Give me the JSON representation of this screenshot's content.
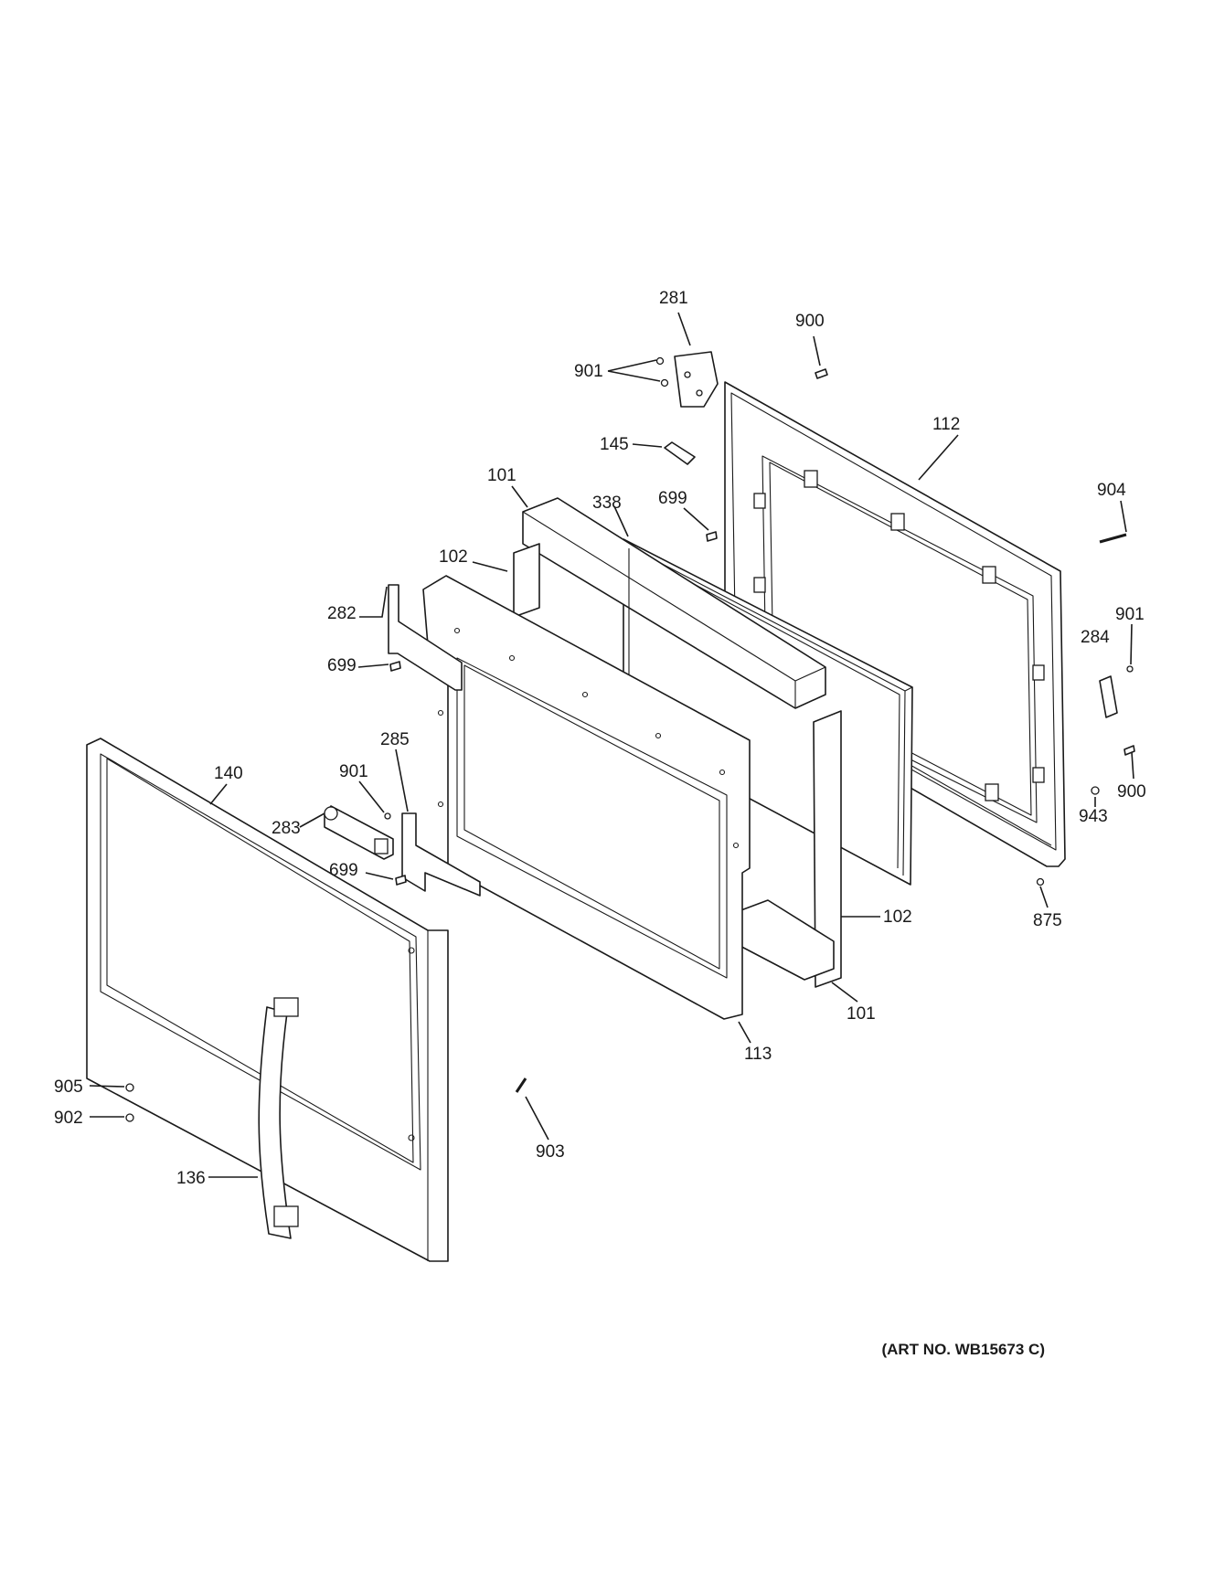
{
  "art_number": "(ART NO. WB15673 C)",
  "callouts": {
    "c281": "281",
    "c900a": "900",
    "c901a": "901",
    "c145": "145",
    "c112": "112",
    "c101a": "101",
    "c338": "338",
    "c699a": "699",
    "c904": "904",
    "c102a": "102",
    "c282": "282",
    "c901b": "901",
    "c284": "284",
    "c699b": "699",
    "c285": "285",
    "c900b": "900",
    "c140": "140",
    "c901c": "901",
    "c943": "943",
    "c283": "283",
    "c699c": "699",
    "c875": "875",
    "c102b": "102",
    "c101b": "101",
    "c113": "113",
    "c905": "905",
    "c902": "902",
    "c903": "903",
    "c136": "136"
  }
}
